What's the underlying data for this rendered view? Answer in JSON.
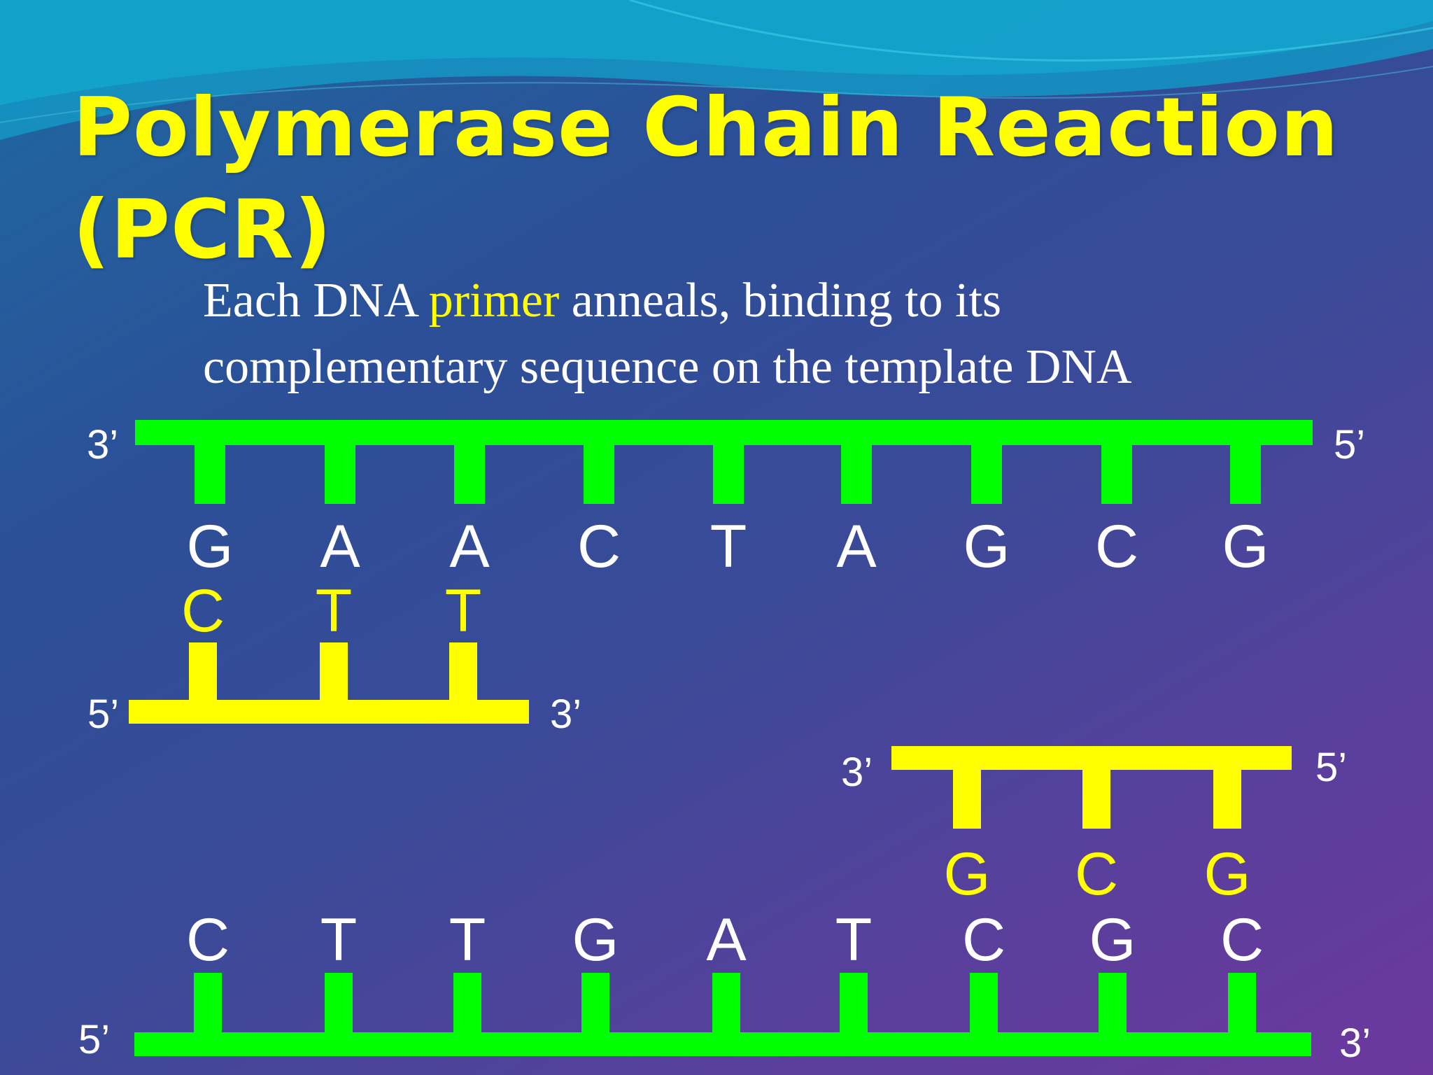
{
  "title": {
    "line1": "Polymerase Chain Reaction",
    "line2": "(PCR)"
  },
  "subtitle": {
    "part1": "Each DNA ",
    "highlight": "primer",
    "part2": " anneals, binding to its",
    "line2": "complementary sequence on the template DNA"
  },
  "colors": {
    "template_strand": "#00ff00",
    "primer": "#ffff00",
    "base_letter": "#ffffff",
    "primer_letter": "#ffff00"
  },
  "top_template": {
    "left_end": "3’",
    "right_end": "5’",
    "bases": [
      "G",
      "A",
      "A",
      "C",
      "T",
      "A",
      "G",
      "C",
      "G"
    ]
  },
  "primer_1": {
    "left_end": "5’",
    "right_end": "3’",
    "bases": [
      "C",
      "T",
      "T"
    ]
  },
  "primer_2": {
    "left_end": "3’",
    "right_end": "5’",
    "bases": [
      "G",
      "C",
      "G"
    ]
  },
  "bottom_template": {
    "left_end": "5’",
    "right_end": "3’",
    "bases": [
      "C",
      "T",
      "T",
      "G",
      "A",
      "T",
      "C",
      "G",
      "C"
    ]
  }
}
